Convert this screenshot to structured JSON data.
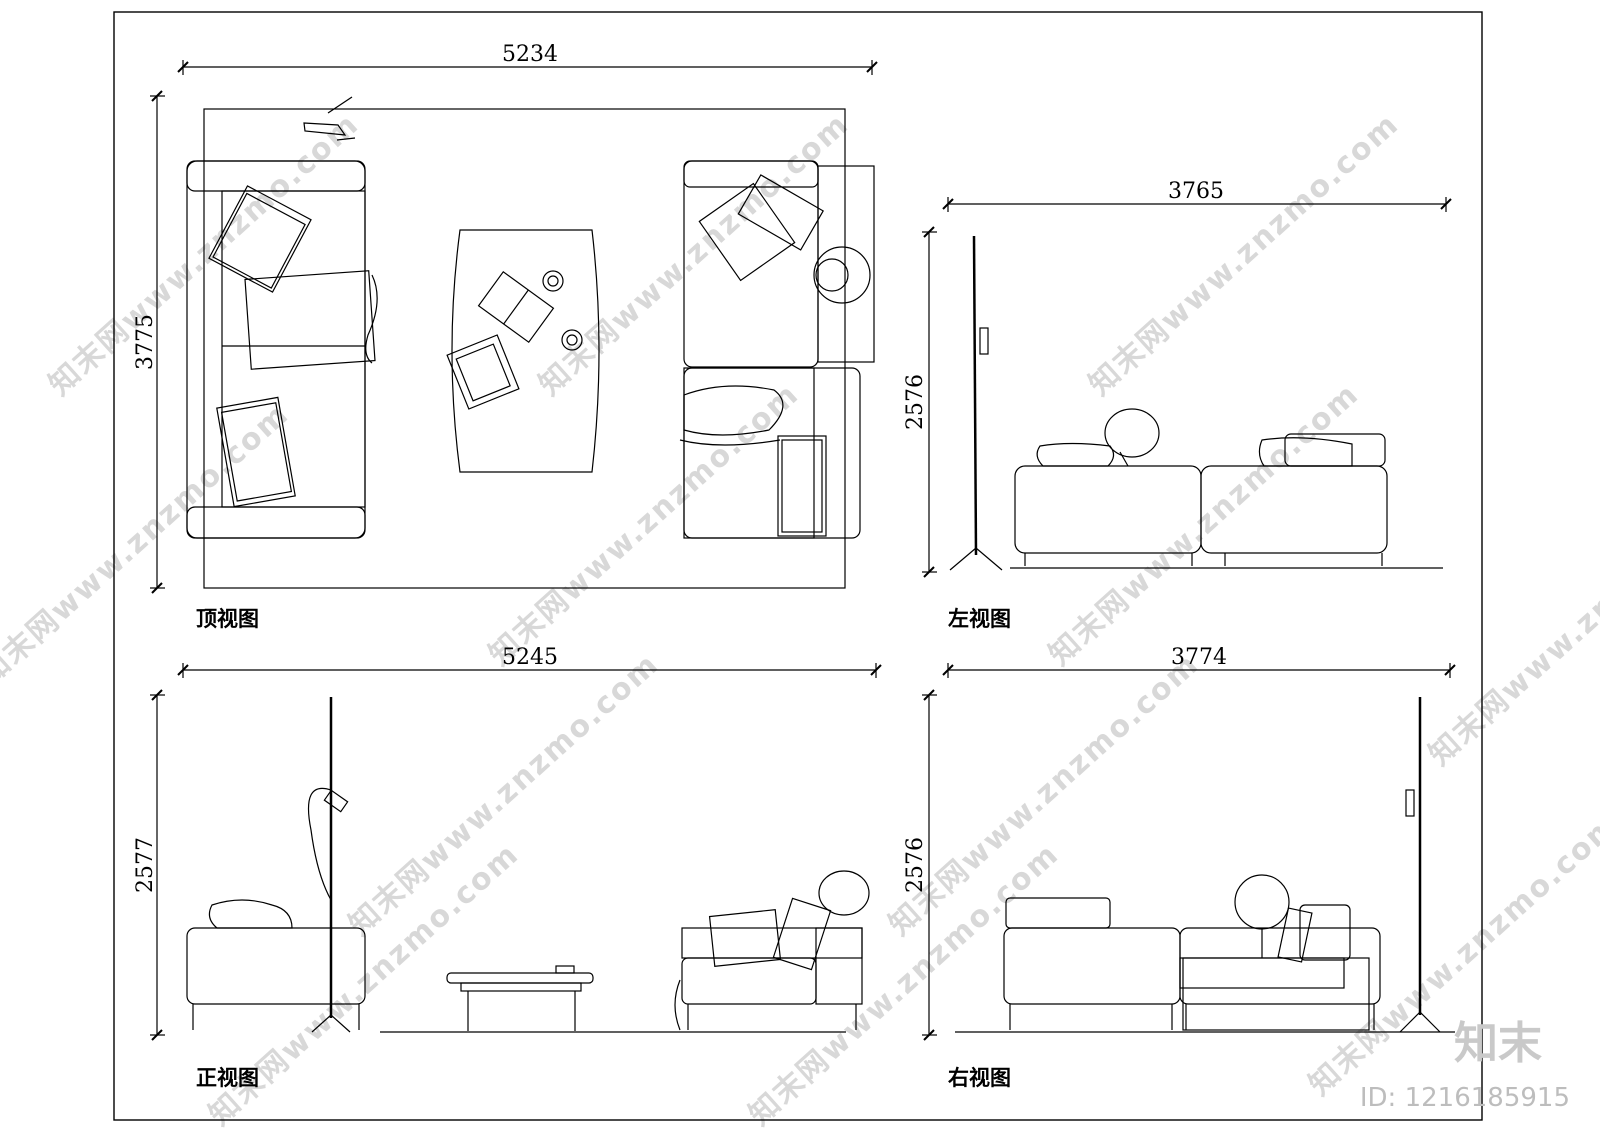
{
  "views": {
    "top": {
      "label": "顶视图",
      "width": "5234",
      "height": "3775"
    },
    "left": {
      "label": "左视图",
      "width": "3765",
      "height": "2576"
    },
    "front": {
      "label": "正视图",
      "width": "5245",
      "height": "2577"
    },
    "right": {
      "label": "右视图",
      "width": "3774",
      "height": "2576"
    }
  },
  "watermark": {
    "text": "知末网www.znzmo.com",
    "logo": "知末",
    "id": "ID: 1216185915"
  },
  "colors": {
    "line": "#000000",
    "watermark": "#d8d8d8"
  }
}
